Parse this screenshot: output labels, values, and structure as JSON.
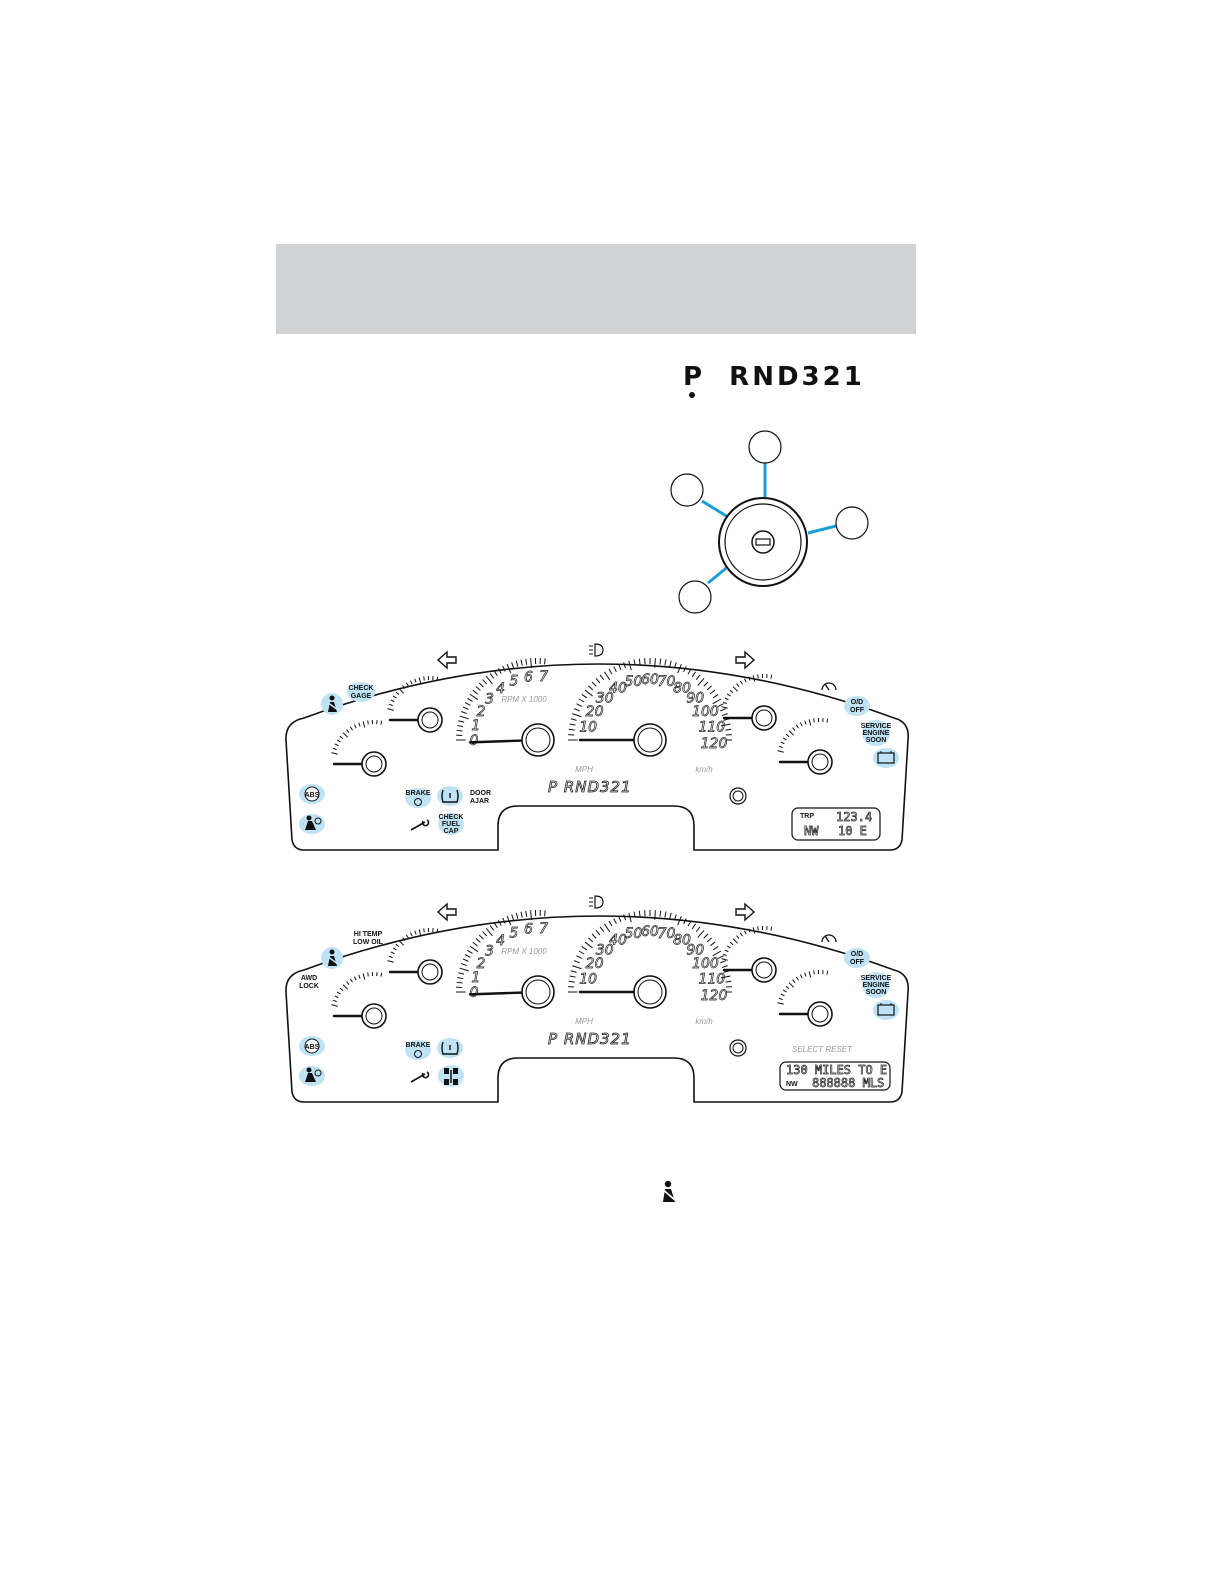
{
  "header": {
    "band_color": "#d2d3d5"
  },
  "gear_indicator": {
    "selected": "P",
    "others": "RND321"
  },
  "ignition_diagram": {
    "accent_color": "#1a9fd8"
  },
  "cluster_common": {
    "tach_numbers": [
      "0",
      "1",
      "2",
      "3",
      "4",
      "5",
      "6",
      "7"
    ],
    "tach_label": "RPM X 1000",
    "speed_numbers": [
      "10",
      "20",
      "30",
      "40",
      "50",
      "60",
      "70",
      "80",
      "90",
      "100",
      "110",
      "120"
    ],
    "speed_unit": "MPH",
    "speed_unit_km": "km/h",
    "prnd": "P RND321",
    "highlight_color": "#bfe3f5",
    "labels": {
      "check_gage": [
        "CHECK",
        "GAGE"
      ],
      "od_off": [
        "O/D",
        "OFF"
      ],
      "service_engine_soon": [
        "SERVICE",
        "ENGINE",
        "SOON"
      ],
      "brake": "BRAKE",
      "abs": "ABS",
      "door_ajar": [
        "DOOR",
        "AJAR"
      ],
      "check_fuel_cap": [
        "CHECK",
        "FUEL",
        "CAP"
      ],
      "hi_temp_low_oil": [
        "HI TEMP",
        "LOW OIL"
      ],
      "awd_lock": [
        "AWD",
        "LOCK"
      ]
    }
  },
  "cluster1": {
    "lcd_trip_label": "TRP",
    "lcd_line1": "123.4",
    "lcd_line2_compass": "NW",
    "lcd_line2_value": "10 E"
  },
  "cluster2": {
    "lcd_line1": "130 MILES TO E",
    "lcd_line2_compass": "NW",
    "lcd_line2_value": "888888 MLS",
    "lcd_faint_label": "SELECT RESET"
  }
}
